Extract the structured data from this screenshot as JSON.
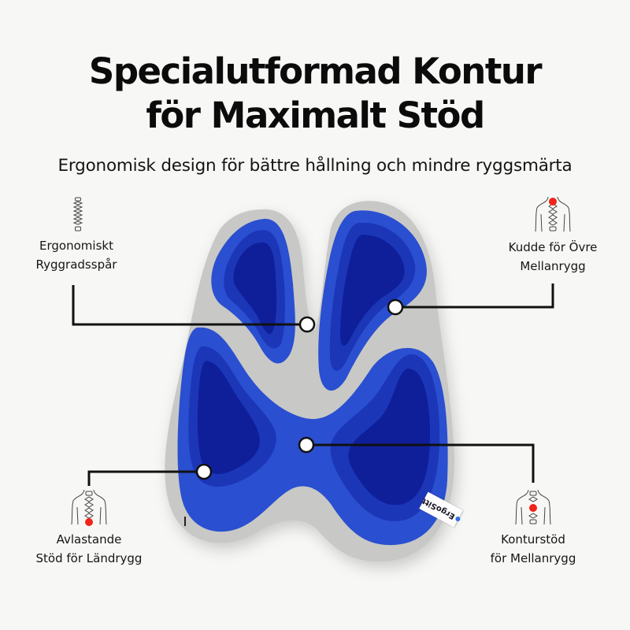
{
  "header": {
    "title_line1": "Specialutformad Kontur",
    "title_line2": "för Maximalt Stöd",
    "subtitle": "Ergonomisk design för bättre hållning och mindre ryggsmärta"
  },
  "product": {
    "brand_tag": "ErgoSitt",
    "colors": {
      "cushion_gray": "#c9c9c7",
      "blue_outer": "#2a4fd0",
      "blue_mid": "#1c36b8",
      "blue_inner": "#0f1f9a",
      "highlight_red": "#f0231a",
      "connector": "#111111"
    }
  },
  "callouts": [
    {
      "id": "spine-channel",
      "line1": "Ergonomiskt",
      "line2": "Ryggradsspår",
      "icon": "spine-icon"
    },
    {
      "id": "upper-back",
      "line1": "Kudde för Övre",
      "line2": "Mellanrygg",
      "icon": "back-upper-highlight-icon"
    },
    {
      "id": "lumbar",
      "line1": "Avlastande",
      "line2": "Stöd för Ländrygg",
      "icon": "back-lower-highlight-icon"
    },
    {
      "id": "mid-back",
      "line1": "Konturstöd",
      "line2": "för Mellanrygg",
      "icon": "back-mid-highlight-icon"
    }
  ]
}
